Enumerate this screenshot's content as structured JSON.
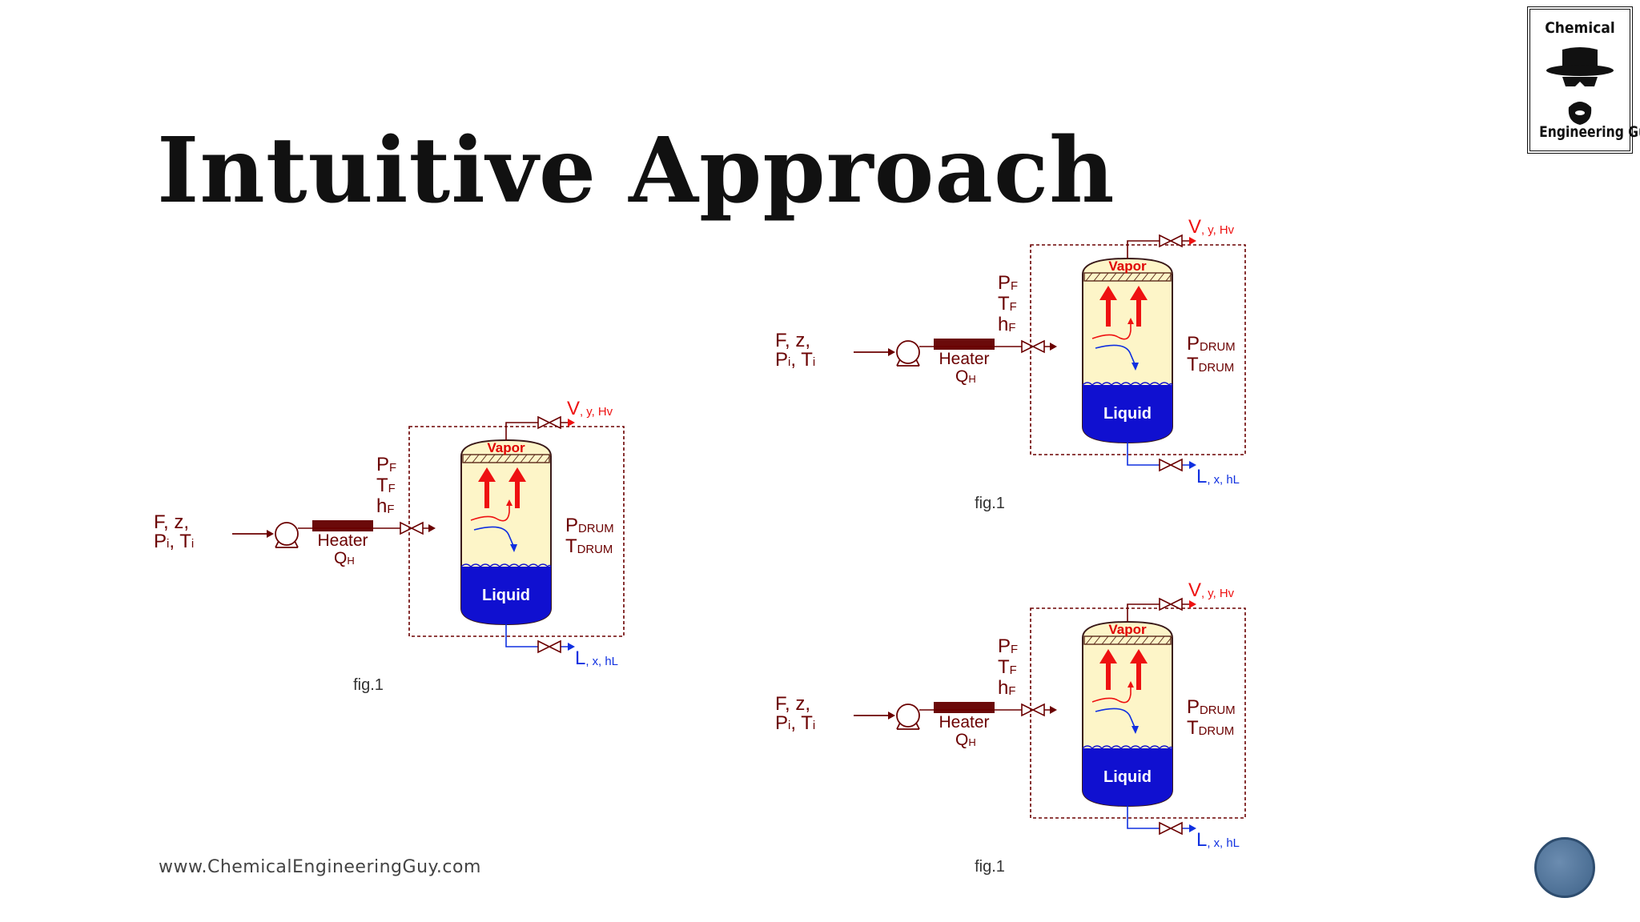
{
  "slide": {
    "title": "Intuitive Approach",
    "website": "www.ChemicalEngineeringGuy.com"
  },
  "logo": {
    "top_text": "Chemical",
    "bottom_text": "Engineering Guy"
  },
  "diagram": {
    "feed_line1": "F, z,",
    "feed_line2": "Pi, Ti",
    "heater": "Heater",
    "heat_duty": "QH",
    "pf": "PF",
    "tf": "TF",
    "hf": "hF",
    "vapor": "Vapor",
    "liquid": "Liquid",
    "p_drum": "PDRUM",
    "t_drum": "TDRUM",
    "vapor_out": "V, y, Hv",
    "liquid_out": "L, x, hL",
    "caption": "fig.1"
  },
  "colors": {
    "line": "#6b0000",
    "vapor_text": "#e00000",
    "liquid_fill": "#1010d0",
    "drum_fill": "#fdf5c8",
    "nav_button": "#4a6f96"
  }
}
